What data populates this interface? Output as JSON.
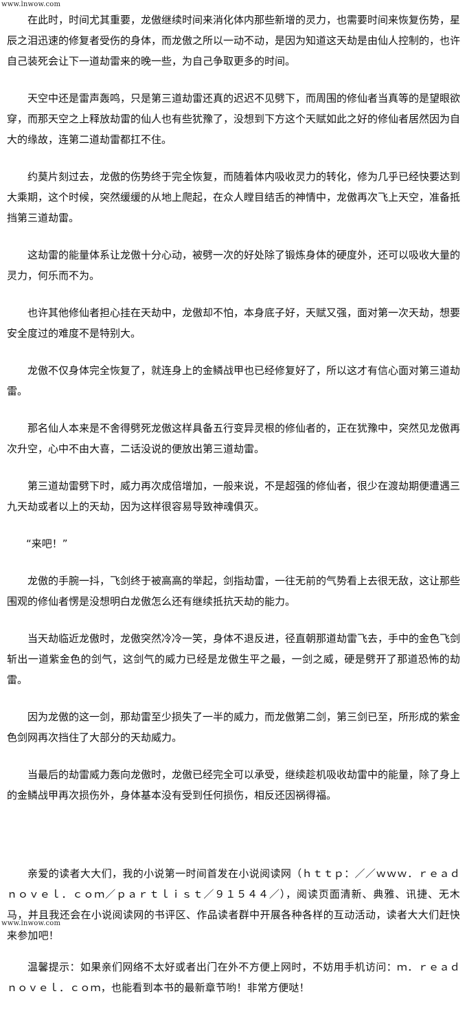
{
  "watermark": "www.lnwow.com",
  "paragraphs": [
    "在此时，时间尤其重要，龙傲继续时间来消化体内那些新增的灵力，也需要时间来恢复伤势，星辰之泪迅速的修复者受伤的身体，而龙傲之所以一动不动，是因为知道这天劫是由仙人控制的，也许自己装死会让下一道劫雷来的晚一些，为自己争取更多的时间。",
    "天空中还是雷声轰鸣，只是第三道劫雷还真的迟迟不见劈下，而周围的修仙者当真等的是望眼欲穿，而那天空之上释放劫雷的仙人也有些犹豫了，没想到下方这个天赋如此之好的修仙者居然因为自大的缘故，连第二道劫雷都扛不住。",
    "约莫片刻过去，龙傲的伤势终于完全恢复，而随着体内吸收灵力的转化，修为几乎已经快要达到大乘期，这个时候，突然缓缓的从地上爬起，在众人瞠目结舌的神情中，龙傲再次飞上天空，准备抵挡第三道劫雷。",
    "这劫雷的能量体系让龙傲十分心动，被劈一次的好处除了锻炼身体的硬度外，还可以吸收大量的灵力，何乐而不为。",
    "也许其他修仙者担心挂在天劫中，龙傲却不怕，本身底子好，天赋又强，面对第一次天劫，想要安全度过的难度不是特别大。",
    "龙傲不仅身体完全恢复了，就连身上的金鳞战甲也已经修复好了，所以这才有信心面对第三道劫雷。",
    "那名仙人本来是不舍得劈死龙傲这样具备五行变异灵根的修仙者的，正在犹豫中，突然见龙傲再次升空，心中不由大喜，二话没说的便放出第三道劫雷。",
    "第三道劫雷劈下时，威力再次成倍增加，一般来说，不是超强的修仙者，很少在渡劫期便遭遇三九天劫或者以上的天劫，因为这样很容易导致神魂俱灭。",
    "“来吧！”",
    "龙傲的手腕一抖，飞剑终于被高高的举起，剑指劫雷，一往无前的气势看上去很无敌，这让那些围观的修仙者愣是没想明白龙傲怎么还有继续抵抗天劫的能力。",
    "当天劫临近龙傲时，龙傲突然冷冷一笑，身体不退反进，径直朝那道劫雷飞去，手中的金色飞剑斩出一道紫金色的剑气，这剑气的威力已经是龙傲生平之最，一剑之威，硬是劈开了那道恐怖的劫雷。",
    "因为龙傲的这一剑，那劫雷至少损失了一半的威力，而龙傲第二剑，第三剑已至，所形成的紫金色剑网再次挡住了大部分的天劫威力。",
    "当最后的劫雷威力轰向龙傲时，龙傲已经完全可以承受，继续趁机吸收劫雷中的能量，除了身上的金鳞战甲再次损伤外，身体基本没有受到任何损伤，相反还因祸得福。"
  ],
  "notes": [
    "亲爱的读者大大们，我的小说第一时间首发在小说阅读网（ｈｔｔｐ：／／ｗｗｗ．ｒｅａｄｎｏｖｅｌ．ｃｏｍ／ｐａｒｔｌｉｓｔ／９１５４４／），阅读页面清新、典雅、讯捷、无木马，并且我还会在小说阅读网的书评区、作品读者群中开展各种各样的互动活动，读者大大们赶快来参加吧！",
    "温馨提示：如果亲们网络不太好或者出门在外不方便上网时，不妨用手机访问：ｍ．ｒｅａｄｎｏｖｅｌ．ｃｏｍ，也能看到本书的最新章节哟！非常方便哒！"
  ]
}
